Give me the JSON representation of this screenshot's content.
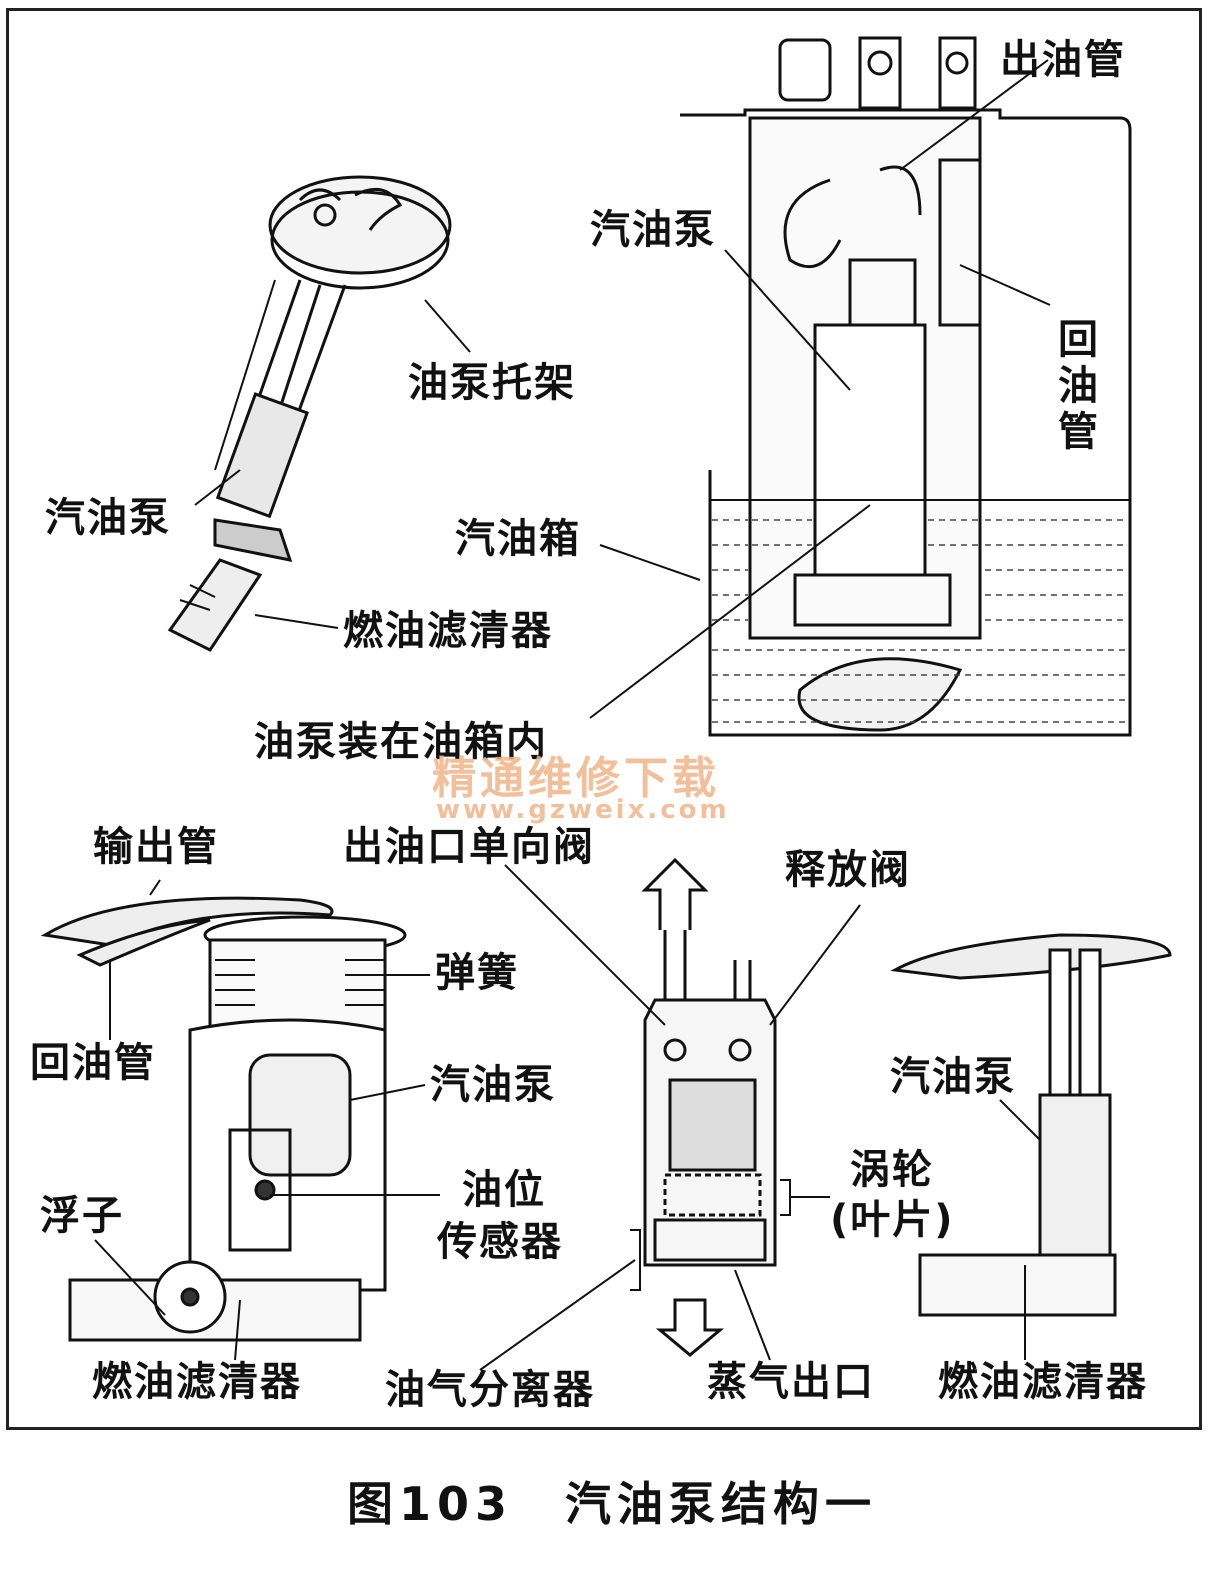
{
  "labels": {
    "top_left": {
      "pump_bracket": "油泵托架",
      "pump": "汽油泵",
      "filter": "燃油滤清器"
    },
    "top_right": {
      "outlet_pipe": "出油管",
      "pump": "汽油泵",
      "return_pipe": "回油管",
      "tank": "汽油箱",
      "in_tank": "油泵装在油箱内"
    },
    "bottom_left": {
      "output_pipe": "输出管",
      "return_pipe": "回油管",
      "spring": "弹簧",
      "pump": "汽油泵",
      "float": "浮子",
      "level_sensor_line1": "油位",
      "level_sensor_line2": "传感器",
      "filter": "燃油滤清器"
    },
    "bottom_center": {
      "check_valve": "出油口单向阀",
      "relief_valve": "释放阀",
      "turbine_line1": "涡轮",
      "turbine_line2": "(叶片)",
      "separator": "油气分离器",
      "vapor_outlet": "蒸气出口"
    },
    "bottom_right": {
      "pump": "汽油泵",
      "filter": "燃油滤清器"
    }
  },
  "watermark": {
    "name": "精通维修下载",
    "url": "www.gzweix.com"
  },
  "caption": "图103　汽油泵结构一"
}
